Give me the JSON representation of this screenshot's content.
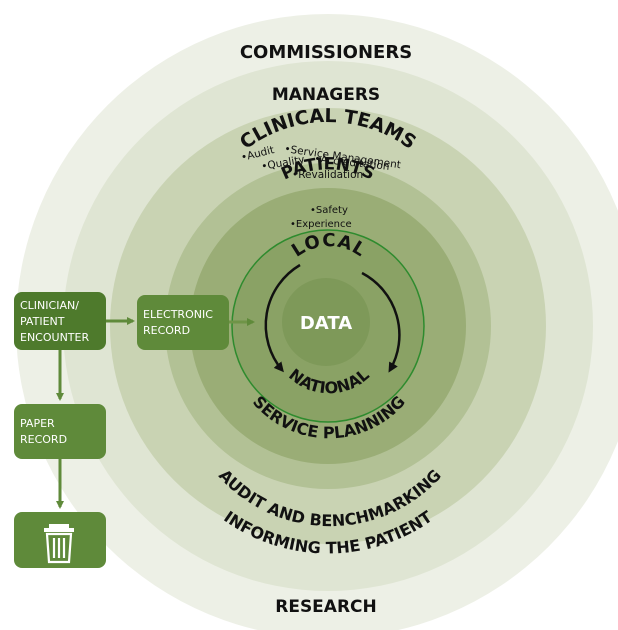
{
  "rings": {
    "outer": "COMMISSIONERS",
    "second": "MANAGERS",
    "third": "CLINICAL TEAMS",
    "third_bullets": [
      "•Audit",
      "•Service Management",
      "•Quality",
      "•Accreditation",
      "•Revalidation"
    ],
    "fourth": "PATIENTS",
    "fourth_bullets": [
      "•Safety",
      "•Experience"
    ],
    "bottom_inner": "SERVICE PLANNING",
    "bottom_third": "AUDIT AND BENCHMARKING",
    "bottom_second": "INFORMING THE PATIENT",
    "bottom_outer": "RESEARCH"
  },
  "core": {
    "center": "DATA",
    "top_arc": "LOCAL",
    "bottom_arc": "NATIONAL"
  },
  "flow": {
    "encounter": [
      "CLINICIAN/",
      "PATIENT",
      "ENCOUNTER"
    ],
    "electronic": [
      "ELECTRONIC",
      "RECORD"
    ],
    "paper": [
      "PAPER",
      "RECORD"
    ],
    "bin_icon": "trash-bin-icon"
  },
  "colors": {
    "ring1": "#edf0e6",
    "ring2": "#dfe5d3",
    "ring3": "#c9d3b3",
    "ring4": "#b2c195",
    "ring5": "#9aad76",
    "core": "#8aa265",
    "data": "#7e9959",
    "core_border": "#2e8b2e",
    "box": "#5f8a3a",
    "box_dark": "#4e7a2c",
    "arrow": "#5f8a3a"
  }
}
